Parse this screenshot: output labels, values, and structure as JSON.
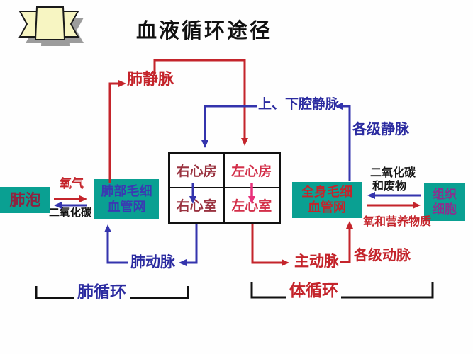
{
  "title": "血液循环途径",
  "header_icon": "ribbon-banner-icon",
  "colors": {
    "box_teal": "#0aa092",
    "line_red": "#c4242b",
    "line_blue": "#3434ad",
    "arrow_magenta": "#e8317a",
    "text_navy": "#2b2ba0",
    "text_red": "#c4242b",
    "text_dark_red": "#9a3340",
    "text_crimson": "#d3304a",
    "text_purple": "#8b2f8f",
    "text_black": "#141414",
    "bracket_black": "#111111"
  },
  "boxes": {
    "alveoli": "肺泡",
    "lung_capillaries": {
      "line1": "肺部毛细",
      "line2": "血管网"
    },
    "body_capillaries": {
      "line1": "全身毛细",
      "line2": "血管网"
    },
    "tissue_cells": {
      "line1": "组织",
      "line2": "细胞"
    }
  },
  "heart": {
    "right_atrium": "右心房",
    "left_atrium": "左心房",
    "right_ventricle": "右心室",
    "left_ventricle": "左心室"
  },
  "labels": {
    "pulmonary_vein": "肺静脉",
    "vena_cava": "上、下腔静脉",
    "veins_all_levels": "各级静脉",
    "pulmonary_artery": "肺动脉",
    "aorta": "主动脉",
    "arteries_all_levels": "各级动脉",
    "oxygen": "氧气",
    "carbon_dioxide": "二氧化碳",
    "co2_and_waste_line1": "二氧化碳",
    "co2_and_waste_line2": "和废物",
    "oxygen_and_nutrients": "氧和营养物质",
    "pulmonary_circulation": "肺循环",
    "systemic_circulation": "体循环"
  }
}
